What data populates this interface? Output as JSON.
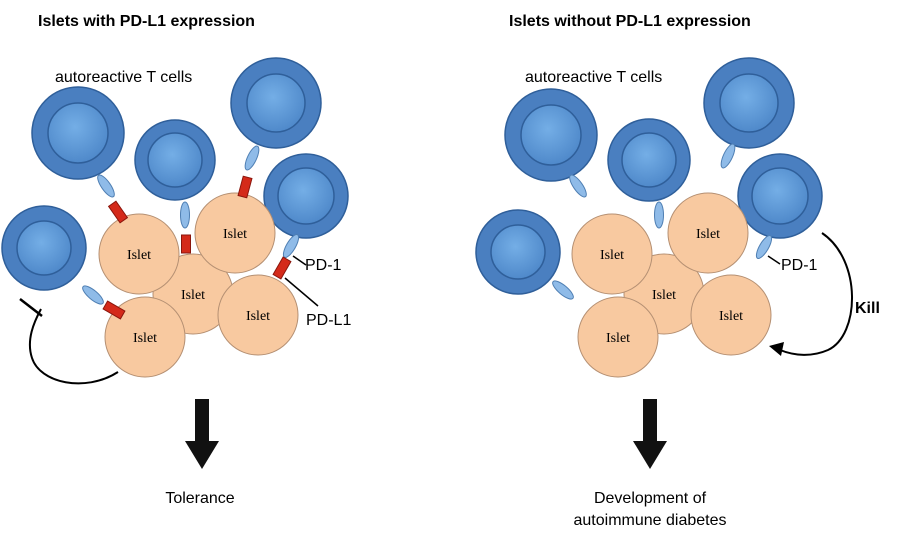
{
  "left_panel": {
    "title": "Islets with PD-L1 expression",
    "tcell_label": "autoreactive T cells",
    "islet_label": "Islet",
    "pd1_label": "PD-1",
    "pdl1_label": "PD-L1",
    "outcome": "Tolerance"
  },
  "right_panel": {
    "title": "Islets without PD-L1 expression",
    "tcell_label": "autoreactive T cells",
    "islet_label": "Islet",
    "pd1_label": "PD-1",
    "kill_label": "Kill",
    "outcome_line1": "Development of",
    "outcome_line2": "autoimmune diabetes"
  },
  "colors": {
    "tcell_outer": "#4a7fc0",
    "tcell_inner": "#5f9ad8",
    "islet": "#f8c9a0",
    "pd1": "#8fbbe8",
    "pdl1": "#d42a1a",
    "arrow": "#111111"
  }
}
